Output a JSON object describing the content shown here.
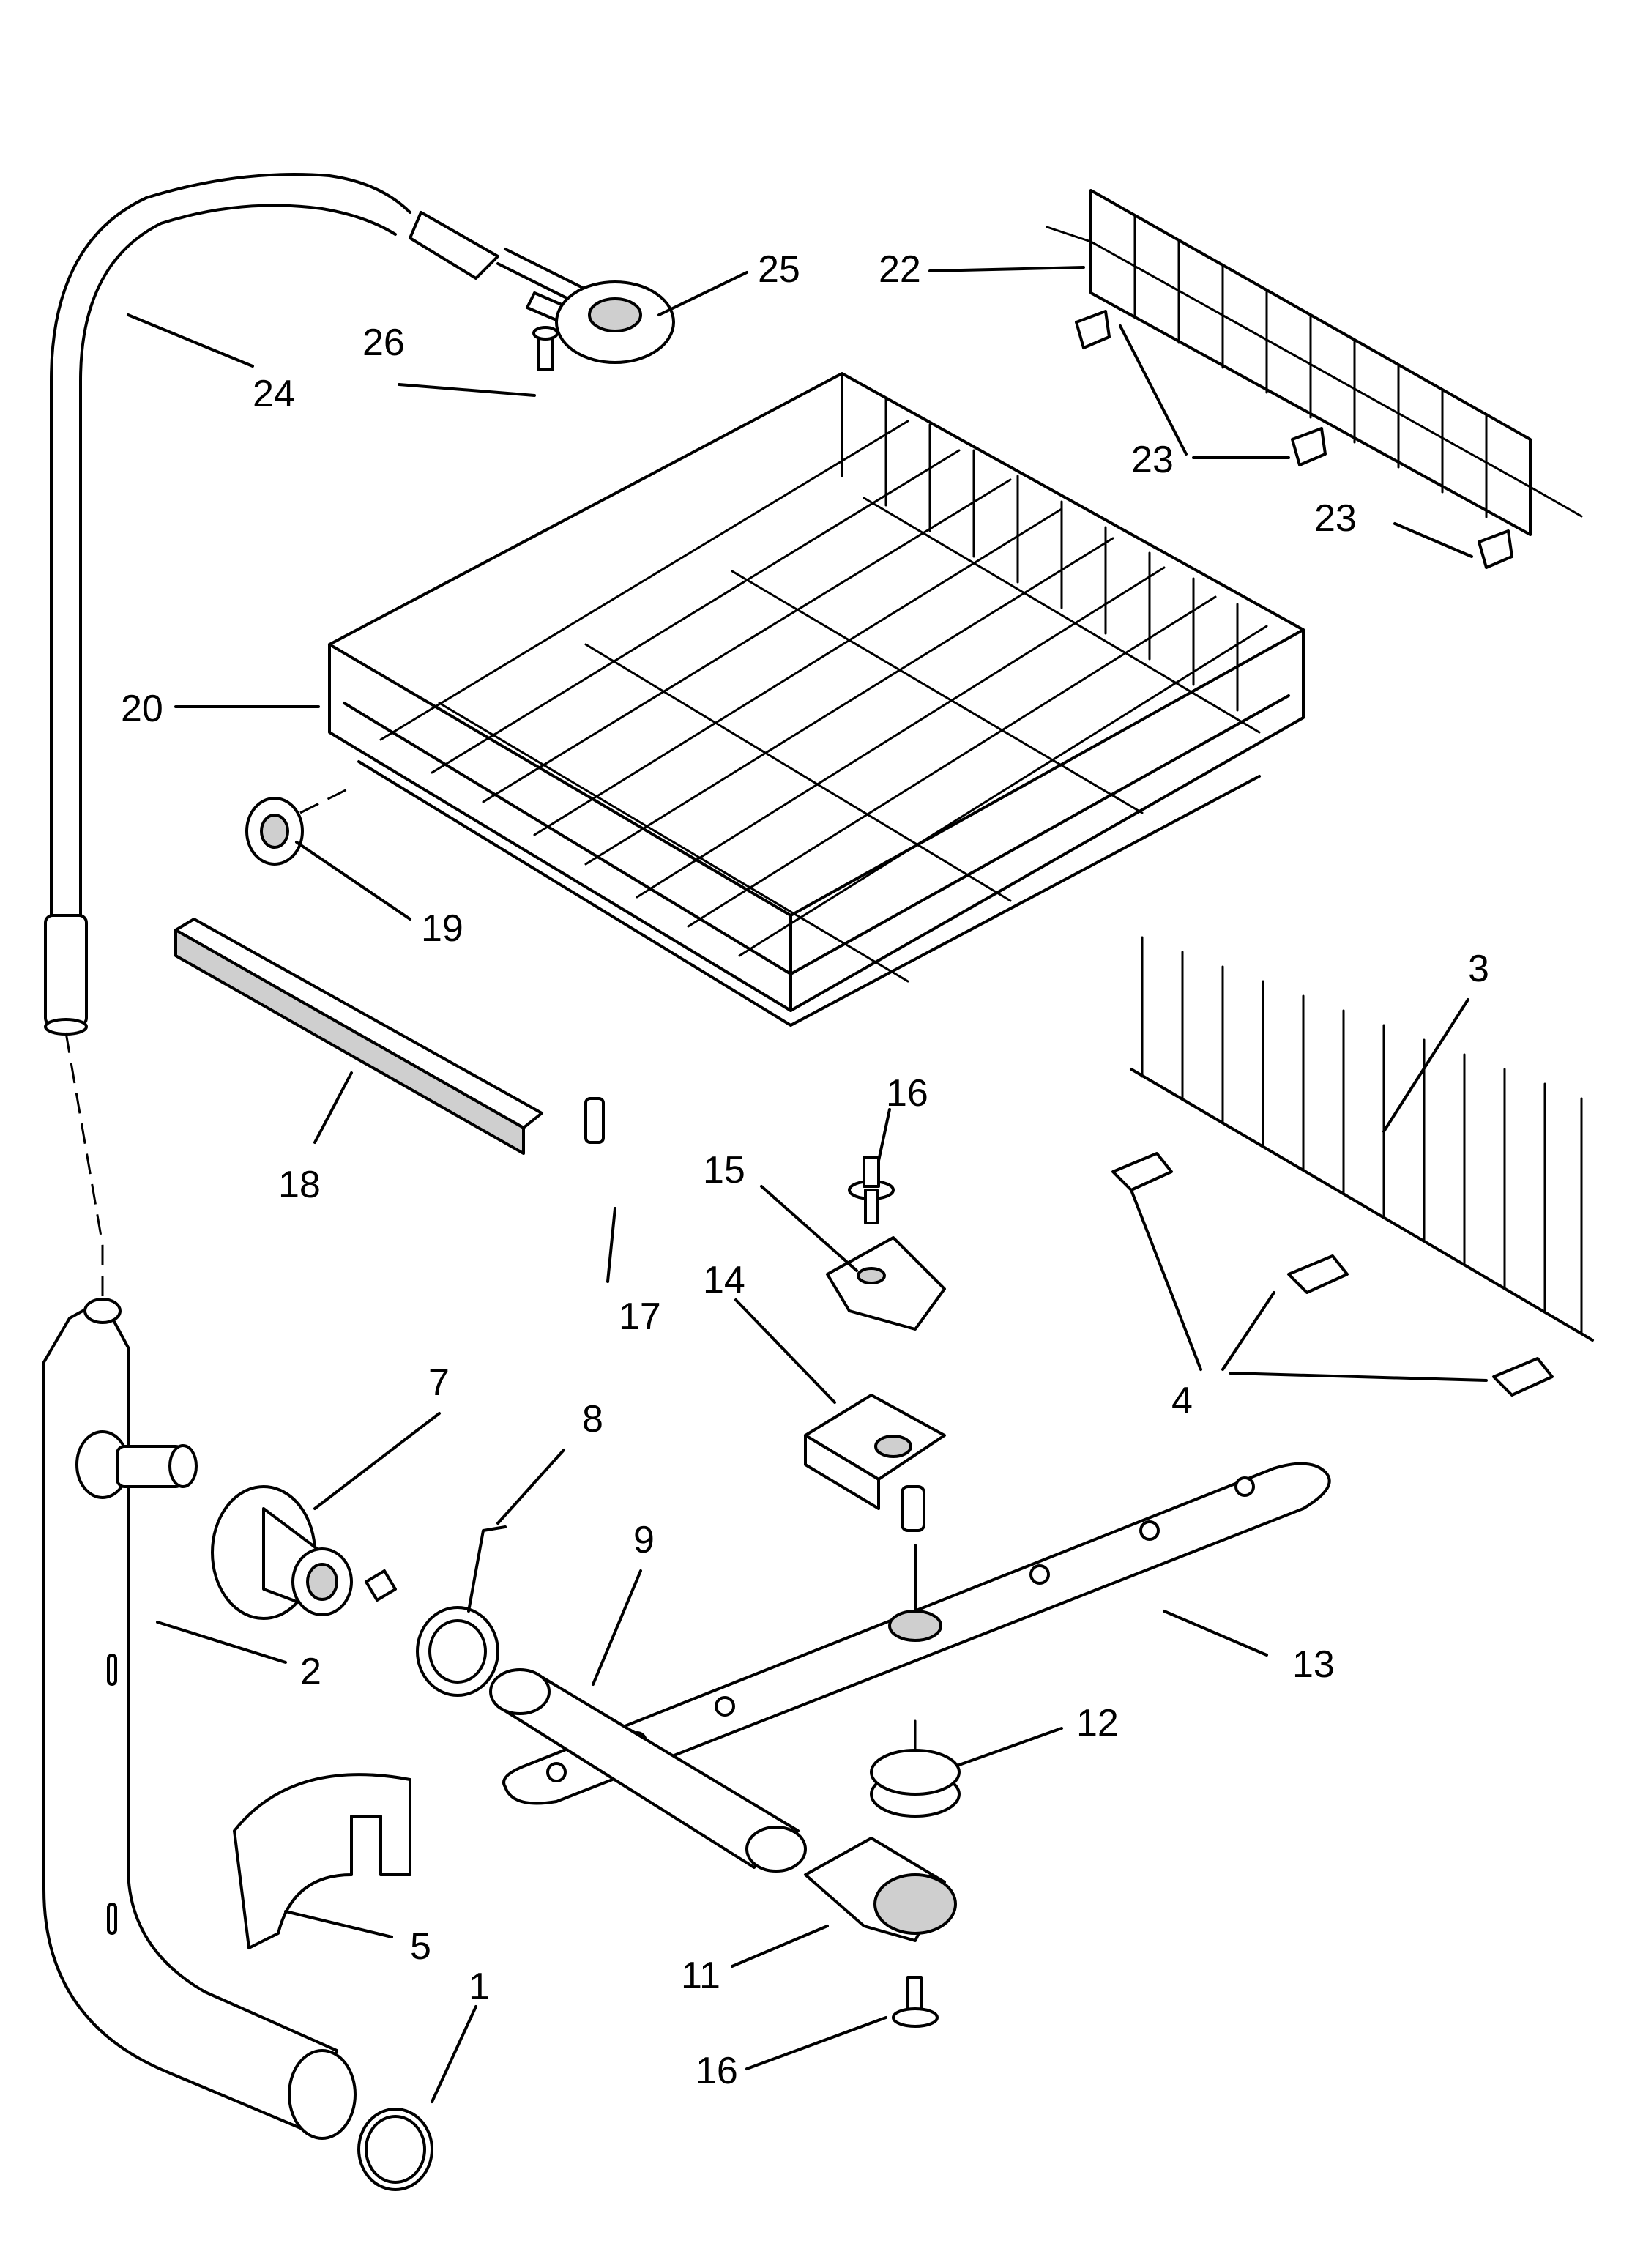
{
  "diagram": {
    "labels": {
      "p1": "1",
      "p2": "2",
      "p3": "3",
      "p4": "4",
      "p5": "5",
      "p7": "7",
      "p8": "8",
      "p9": "9",
      "p11": "11",
      "p12": "12",
      "p13": "13",
      "p14": "14",
      "p15": "15",
      "p16a": "16",
      "p16b": "16",
      "p17": "17",
      "p18": "18",
      "p19": "19",
      "p20": "20",
      "p22": "22",
      "p23a": "23",
      "p23b": "23",
      "p24": "24",
      "p25": "25",
      "p26": "26"
    }
  }
}
